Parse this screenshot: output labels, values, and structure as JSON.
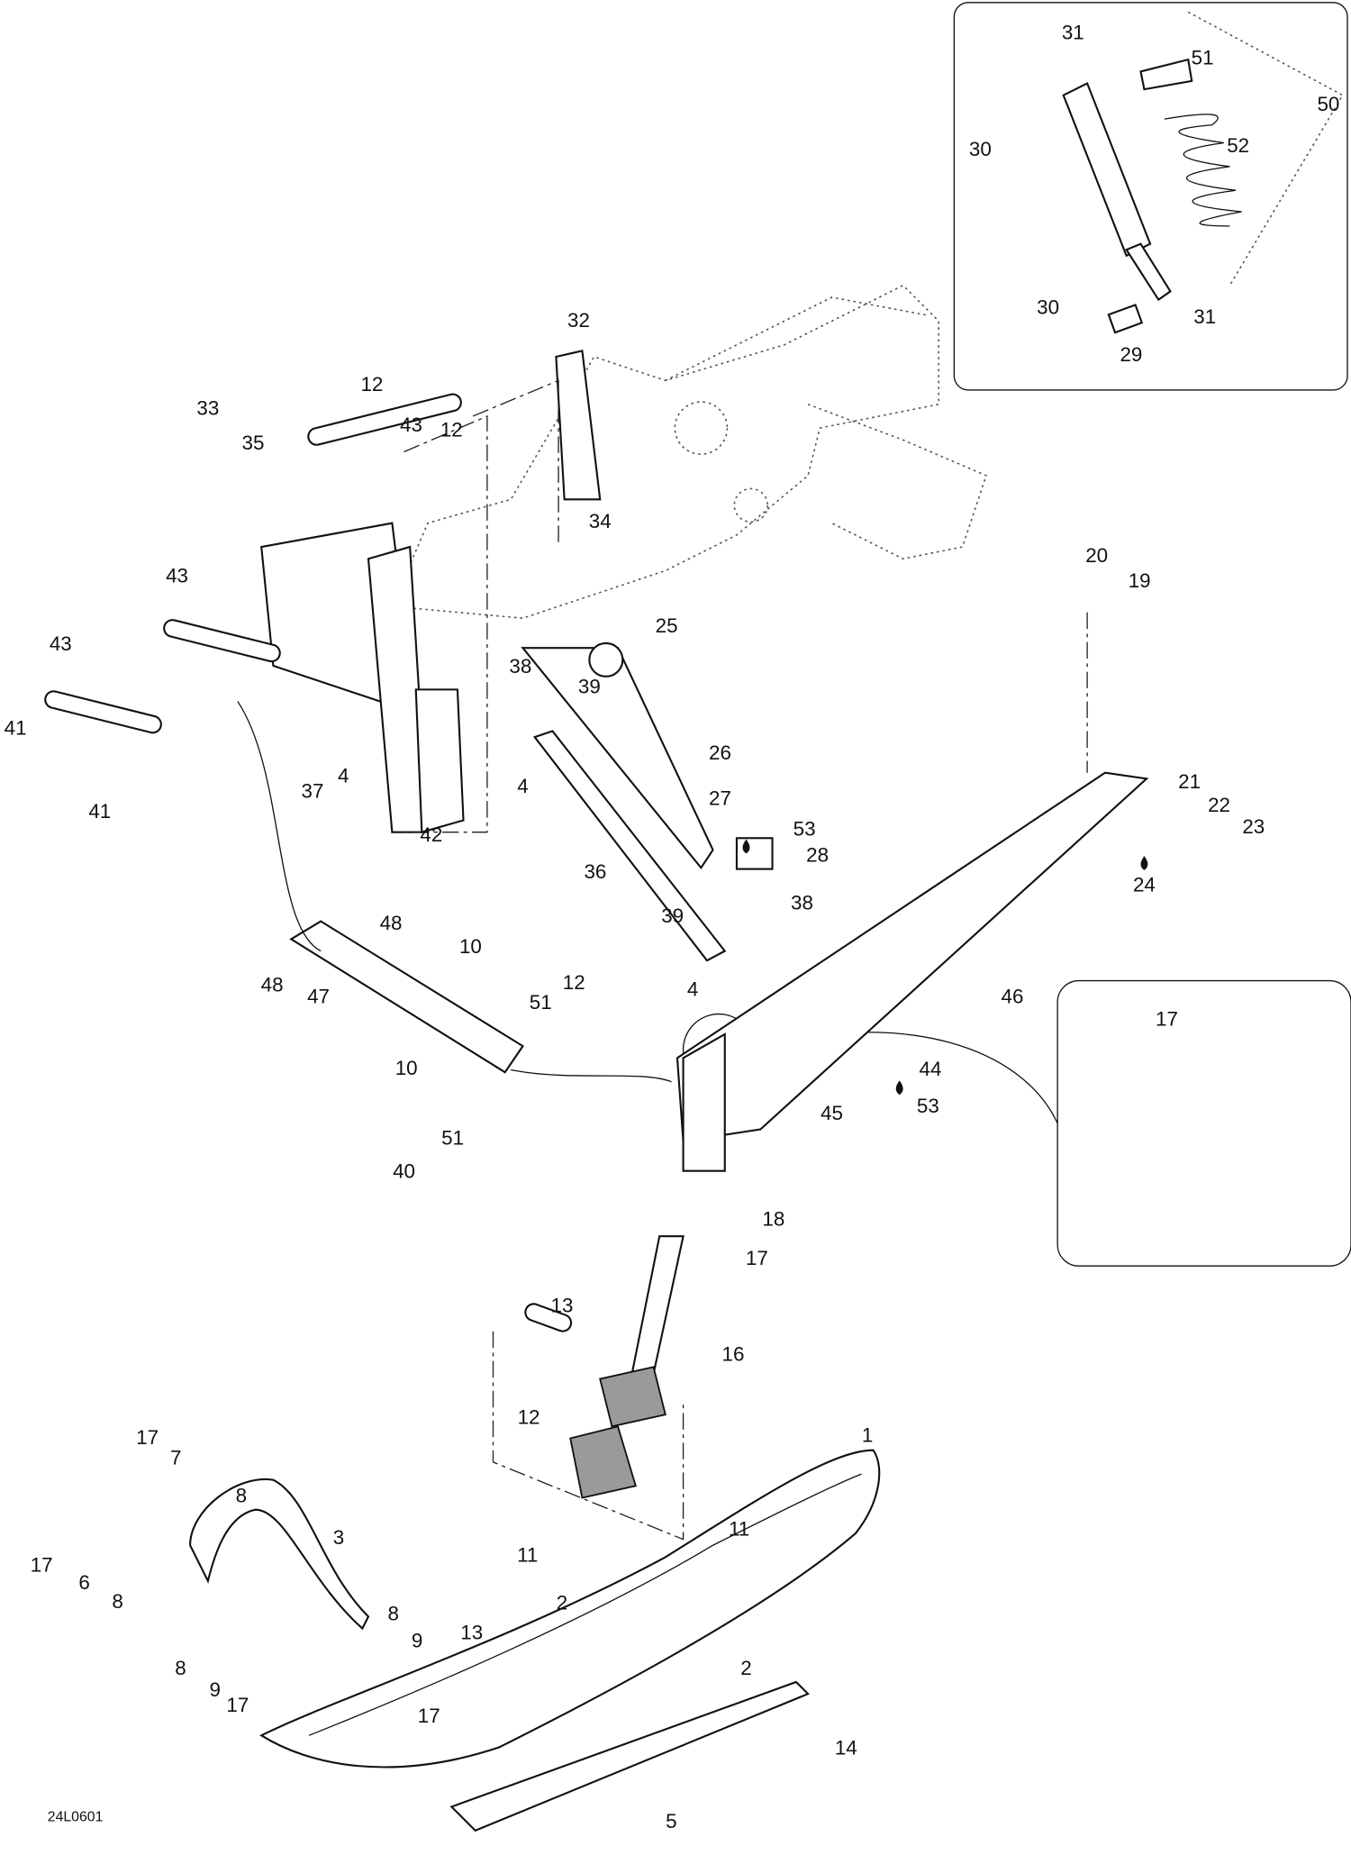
{
  "diagram": {
    "illustration_code": "24L0601",
    "callouts": [
      "31",
      "51",
      "50",
      "30",
      "52",
      "30",
      "31",
      "29",
      "32",
      "12",
      "43",
      "12",
      "33",
      "35",
      "34",
      "43",
      "43",
      "41",
      "41",
      "20",
      "19",
      "25",
      "38",
      "39",
      "26",
      "4",
      "37",
      "4",
      "42",
      "27",
      "36",
      "53",
      "28",
      "21",
      "22",
      "23",
      "24",
      "48",
      "48",
      "10",
      "47",
      "39",
      "38",
      "12",
      "51",
      "10",
      "4",
      "46",
      "17",
      "44",
      "45",
      "53",
      "40",
      "51",
      "18",
      "17",
      "13",
      "16",
      "12",
      "1",
      "17",
      "7",
      "8",
      "11",
      "3",
      "17",
      "6",
      "8",
      "11",
      "2",
      "13",
      "8",
      "9",
      "8",
      "9",
      "17",
      "17",
      "2",
      "14",
      "5"
    ],
    "icons": [
      "drop-icon"
    ]
  }
}
